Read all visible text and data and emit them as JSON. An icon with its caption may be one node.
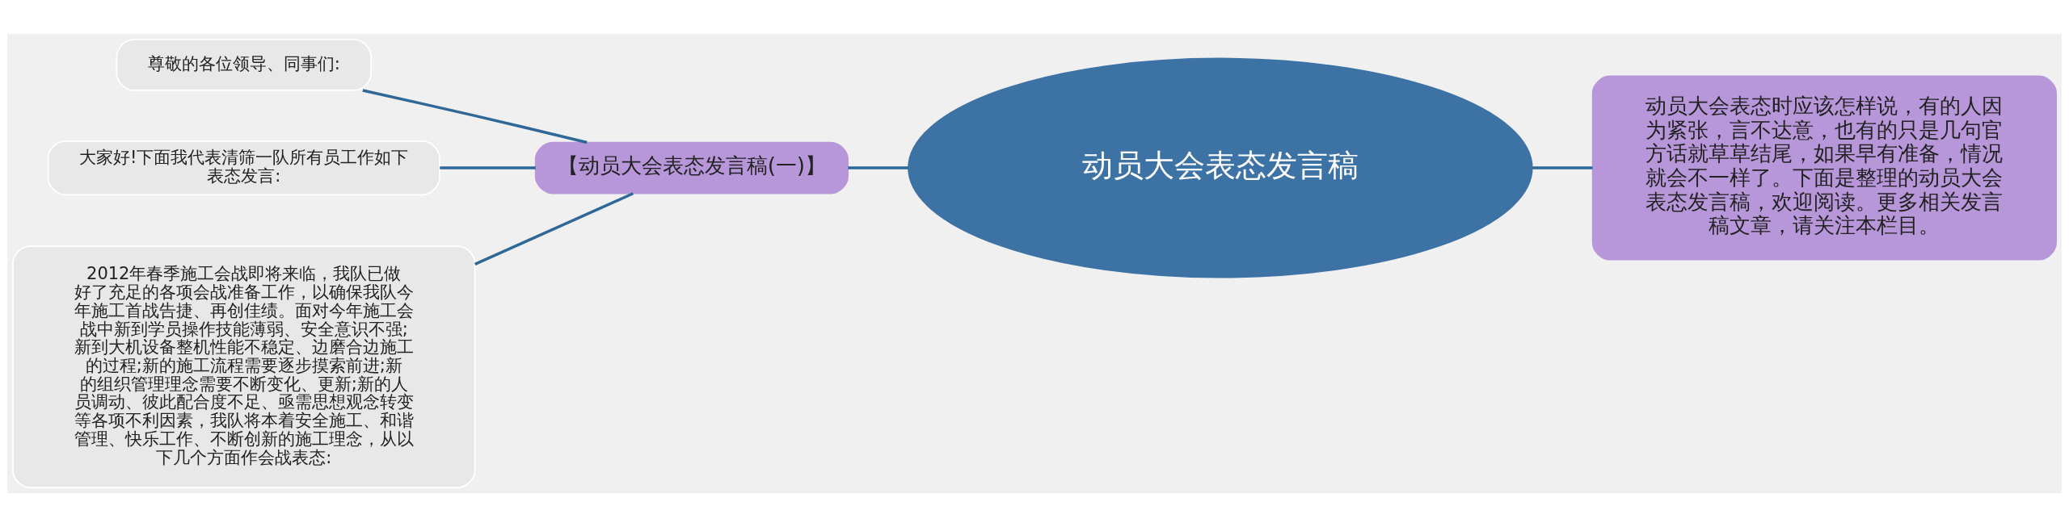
{
  "diagram": {
    "nodes": [
      {
        "text": [
          "动员大会表态发言稿"
        ]
      },
      {
        "text": [
          "动员大会表态时应该怎样说，有的人因为紧张，言不达意，也有的只是几句官方话就草草结尾，如果早有准备，情况就会不一样了。下面是整理的动员大会表态发言稿，欢迎阅读。更多相关发言稿文章，请关注本栏目。"
        ]
      },
      {
        "text": [
          "【动员大会表态发言稿(一)】"
        ]
      },
      {
        "text": [
          "尊敬的各位领导、同事们:"
        ]
      },
      {
        "text": [
          "大家好!下面我代表清筛一队所有员工作如下表态发言:"
        ]
      },
      {
        "text": [
          "2012年春季施工会战即将来临，我队已做好了充足的各项会战准备工作，以确保我队今年施工首战告捷、再创佳绩。面对今年施工会战中新到学员操作技能薄弱、安全意识不强;新到大机设备整机性能不稳定、边磨合边施工的过程;新的施工流程需要逐步摸索前进;新的组织管理理念需要不断变化、更新;新的人员调动、彼此配合度不足、亟需思想观念转变等各项不利因素，我队将本着安全施工、和谐管理、快乐工作、不断创新的施工理念，从以下几个方面作会战表态:"
        ]
      }
    ],
    "edges": [
      {
        "from": 2,
        "to": 0,
        "arrow": "none"
      },
      {
        "from": 0,
        "to": 1,
        "arrow": "none"
      },
      {
        "from": 3,
        "to": 2,
        "arrow": "none"
      },
      {
        "from": 4,
        "to": 2,
        "arrow": "none"
      },
      {
        "from": 5,
        "to": 2,
        "arrow": "none"
      }
    ]
  }
}
